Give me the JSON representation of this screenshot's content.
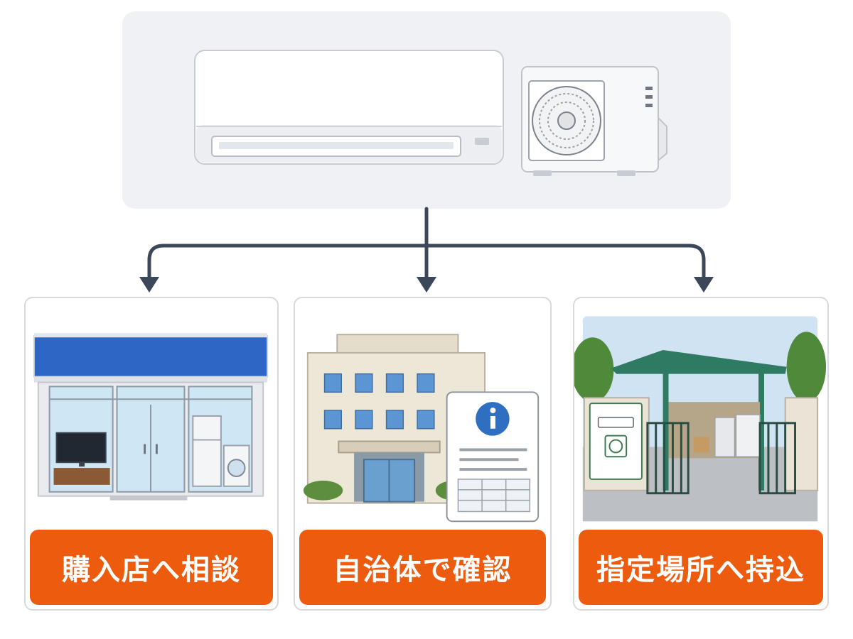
{
  "colors": {
    "accent": "#ec5b0e",
    "arrow": "#3c4759",
    "panel": "#f0f1f4",
    "card_border": "#d6d9de"
  },
  "top": {
    "icons": [
      "air-conditioner-indoor-unit-icon",
      "air-conditioner-outdoor-unit-icon"
    ]
  },
  "options": [
    {
      "label": "購入店へ相談",
      "icon": "electronics-store-icon"
    },
    {
      "label": "自治体で確認",
      "icon": "municipal-office-info-icon"
    },
    {
      "label": "指定場所へ持込",
      "icon": "designated-collection-site-icon"
    }
  ]
}
